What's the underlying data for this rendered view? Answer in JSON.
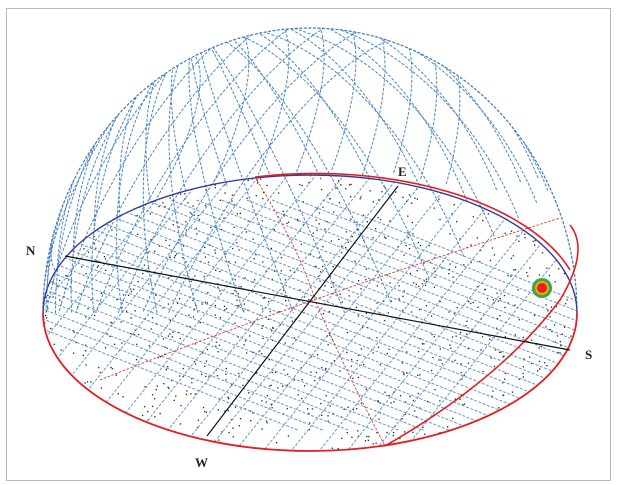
{
  "compass": {
    "north": "N",
    "east": "E",
    "south": "S",
    "west": "W"
  },
  "colors": {
    "grid": "#4a86c8",
    "horizon_front": "#e21e1e",
    "horizon_back": "#3a3a9a",
    "axis": "#111111",
    "sun_outer": "#3aa83a",
    "sun_inner": "#e8201c"
  },
  "icons": {
    "sun": "sun-marker-icon"
  }
}
